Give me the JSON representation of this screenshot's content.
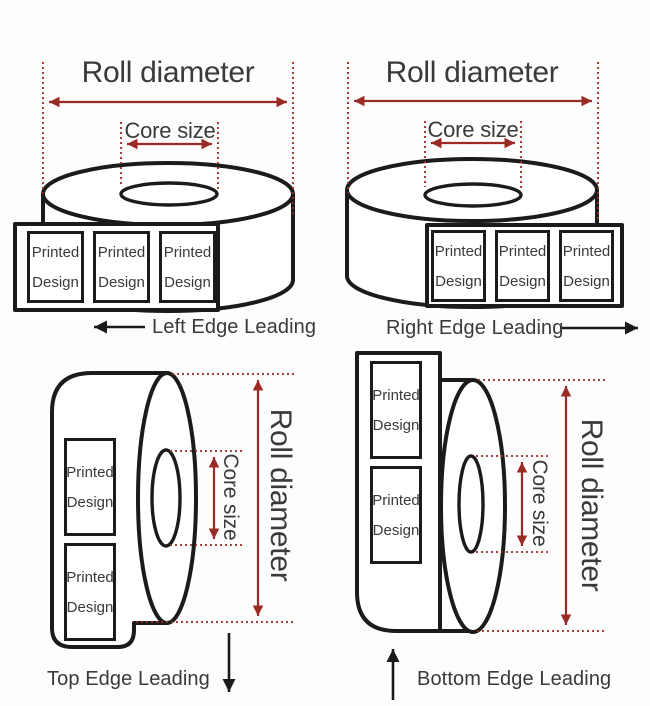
{
  "colors": {
    "ink": "#1b1b1b",
    "dimension_red": "#9a2a24",
    "text": "#3a3a3a",
    "background": "#fdfdfd"
  },
  "quadrants": {
    "top_left": {
      "roll_diameter_label": "Roll diameter",
      "core_size_label": "Core size",
      "caption": "Left Edge Leading",
      "label_line1": "Printed",
      "label_line2": "Design"
    },
    "top_right": {
      "roll_diameter_label": "Roll diameter",
      "core_size_label": "Core size",
      "caption": "Right Edge Leading",
      "label_line1": "Printed",
      "label_line2": "Design"
    },
    "bottom_left": {
      "roll_diameter_label": "Roll diameter",
      "core_size_label": "Core size",
      "caption": "Top Edge Leading",
      "label_line1": "Printed",
      "label_line2": "Design"
    },
    "bottom_right": {
      "roll_diameter_label": "Roll diameter",
      "core_size_label": "Core size",
      "caption": "Bottom Edge Leading",
      "label_line1": "Printed",
      "label_line2": "Design"
    }
  }
}
